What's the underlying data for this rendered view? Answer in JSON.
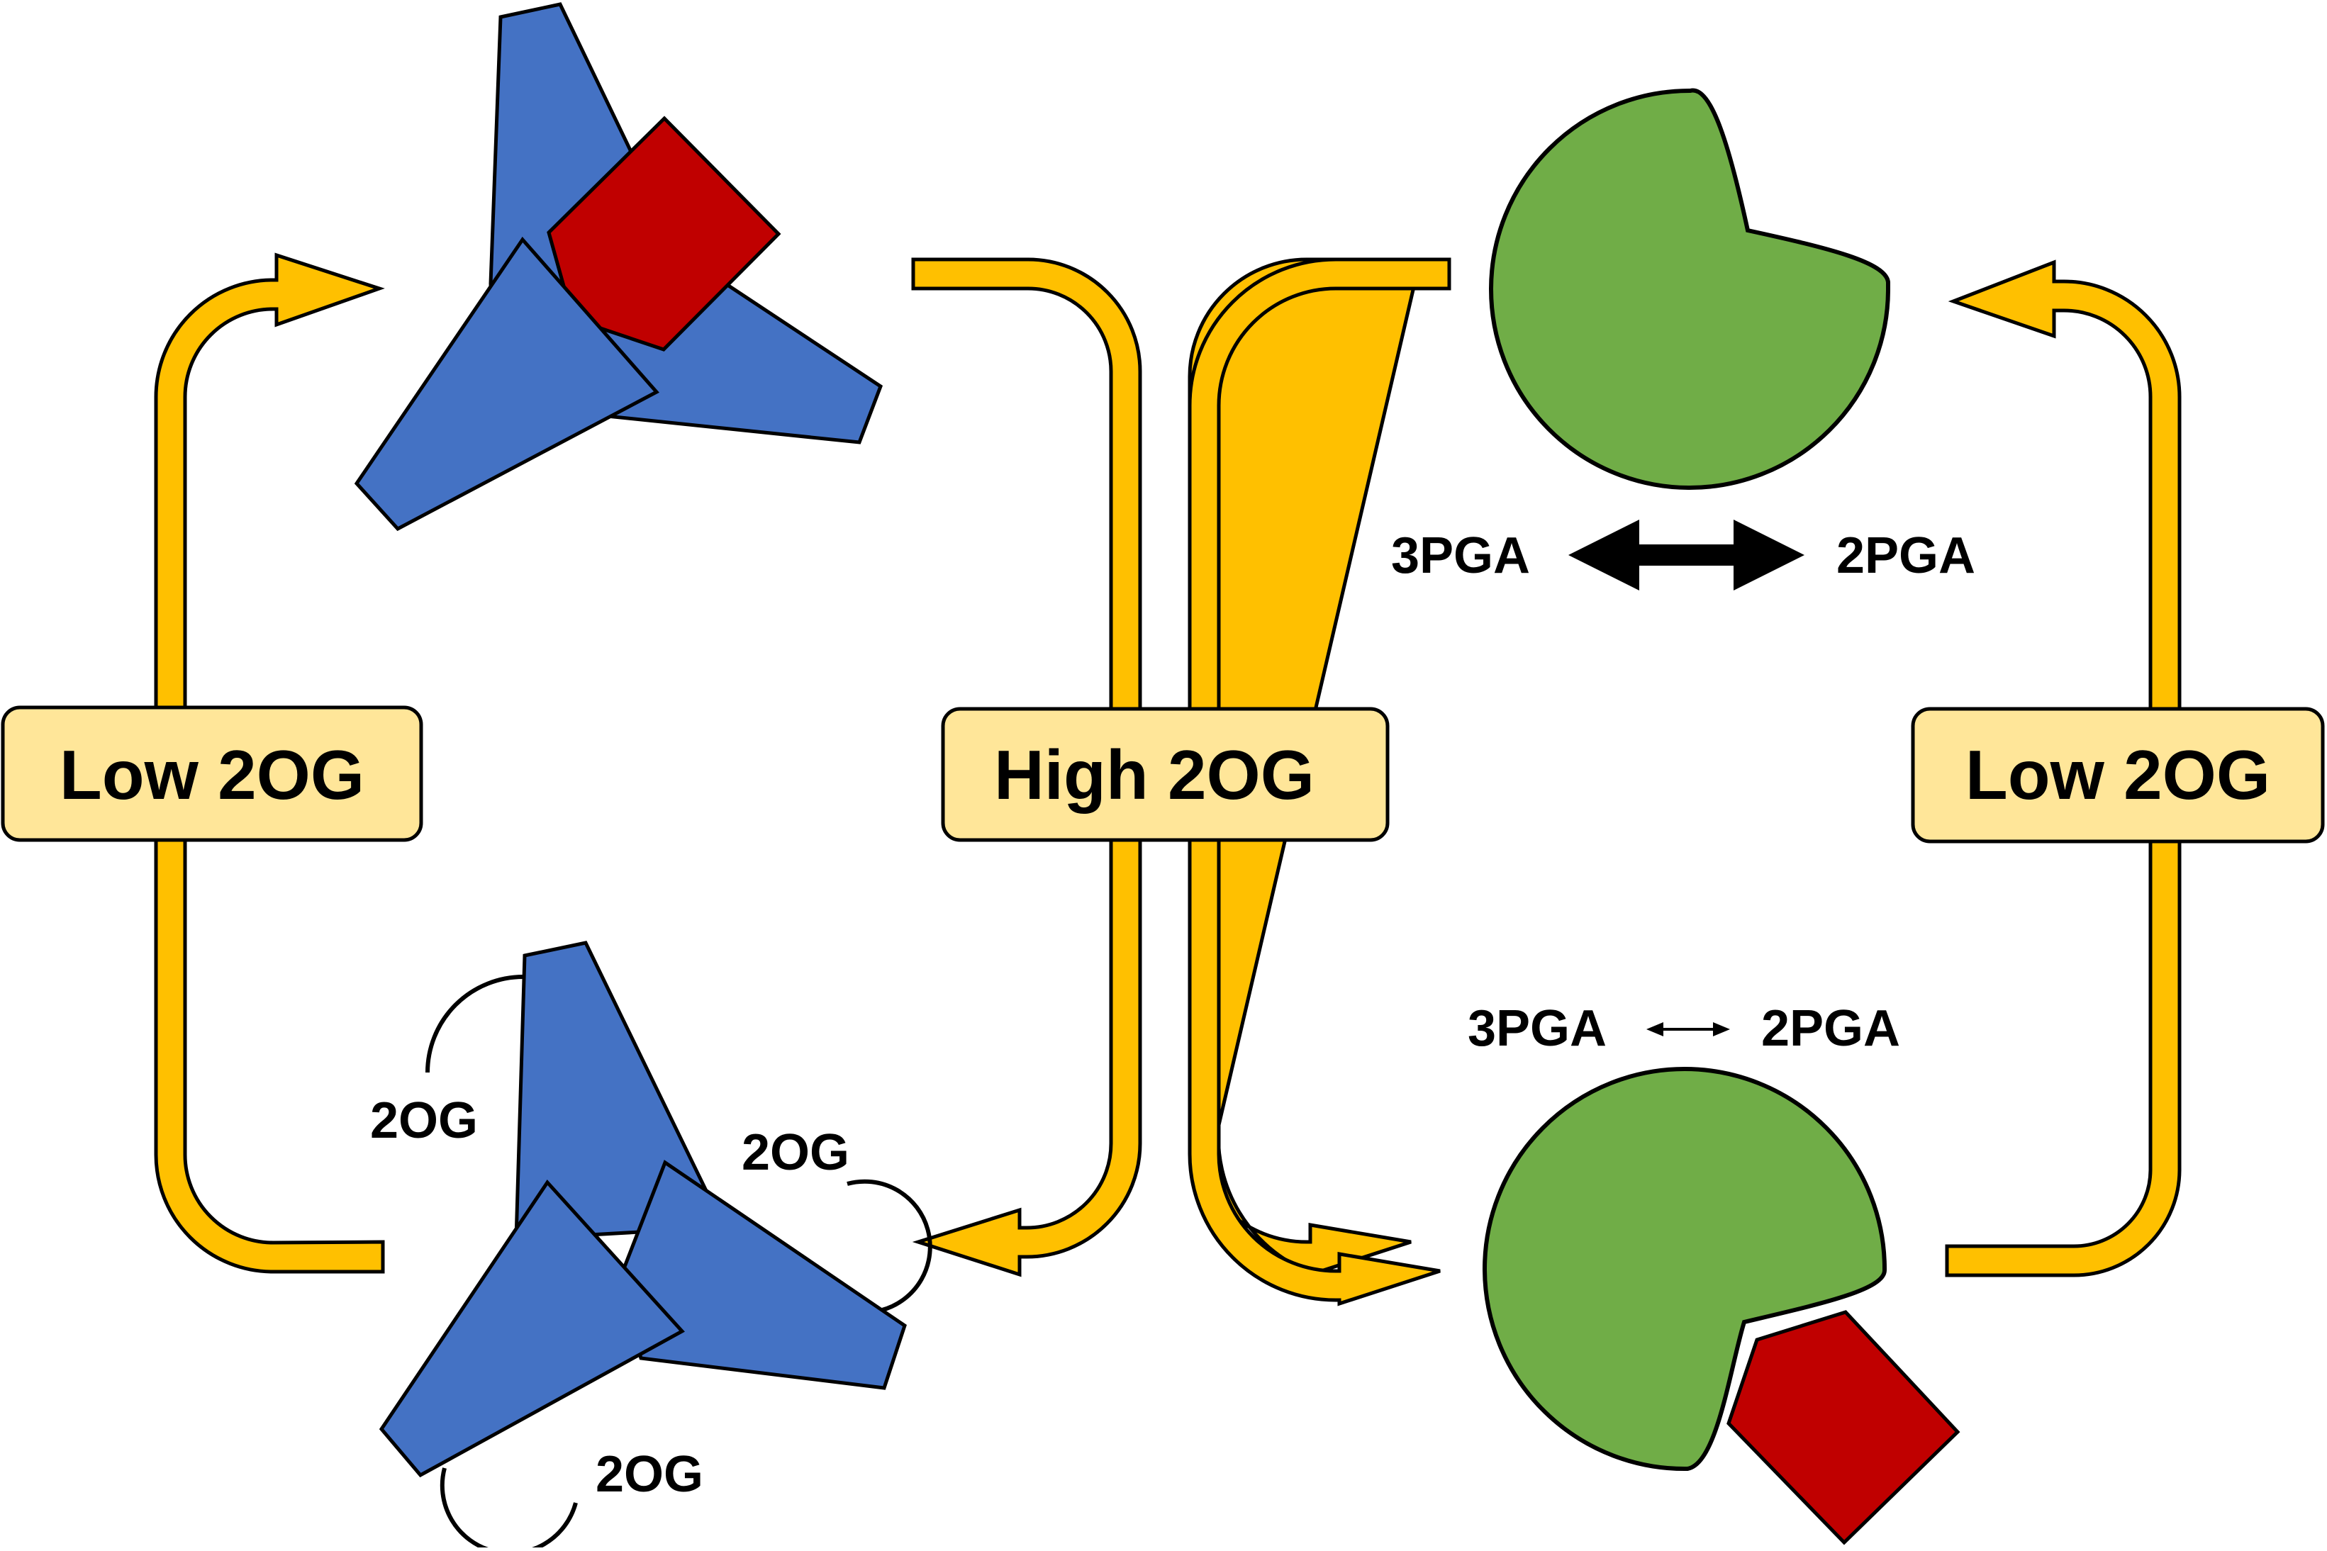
{
  "colors": {
    "arrow_fill": "#FFC000",
    "label_box_fill": "#FFE699",
    "pii_blue": "#4472C4",
    "pgam_green": "#70AD47",
    "pipx_red": "#C00000",
    "outline": "#000000"
  },
  "conditions": {
    "left": "Low 2OG",
    "center": "High 2OG",
    "right": "Low 2OG"
  },
  "metabolite_labels": {
    "pii_2og": [
      "2OG",
      "2OG",
      "2OG"
    ],
    "reaction_active": {
      "left": "3PGA",
      "right": "2PGA",
      "arrow": "bold-double-arrow-icon"
    },
    "reaction_inhibited": {
      "left": "3PGA",
      "right": "2PGA",
      "arrow": "thin-double-arrow-icon"
    }
  }
}
